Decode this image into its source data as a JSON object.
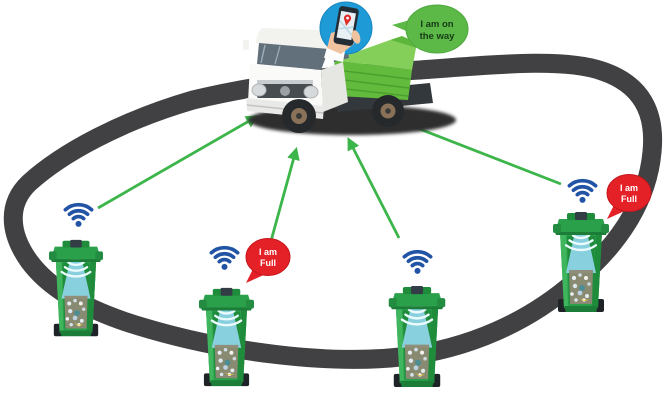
{
  "diagram": {
    "type": "smart-waste-management-iot",
    "truck": {
      "name": "garbage collection truck",
      "bubble": {
        "line1": "I am on",
        "line2": "the way"
      },
      "phone_badge": "hand holding smartphone with map location pin"
    },
    "full_bubble": {
      "line1": "I am",
      "line2": "Full"
    },
    "bins": [
      {
        "id": 1,
        "signal": "wifi",
        "status": "ok"
      },
      {
        "id": 2,
        "signal": "wifi",
        "status": "full"
      },
      {
        "id": 3,
        "signal": "wifi",
        "status": "ok"
      },
      {
        "id": 4,
        "signal": "wifi",
        "status": "full"
      }
    ],
    "colors": {
      "road": "#414042",
      "arrow_green": "#3cb54a",
      "wifi_blue": "#2254a5",
      "bin_green": "#2ba04b",
      "bin_dark_green": "#1f8c3c",
      "sonar_blue": "#8fd4e8",
      "full_bubble_red": "#e32127",
      "truck_bubble_green": "#5cb947",
      "phone_circle_blue": "#1e9bd7",
      "truck_bed_green": "#63bb3e",
      "truck_body_white": "#fafaf8",
      "shadow": "#2d2d2d"
    }
  }
}
